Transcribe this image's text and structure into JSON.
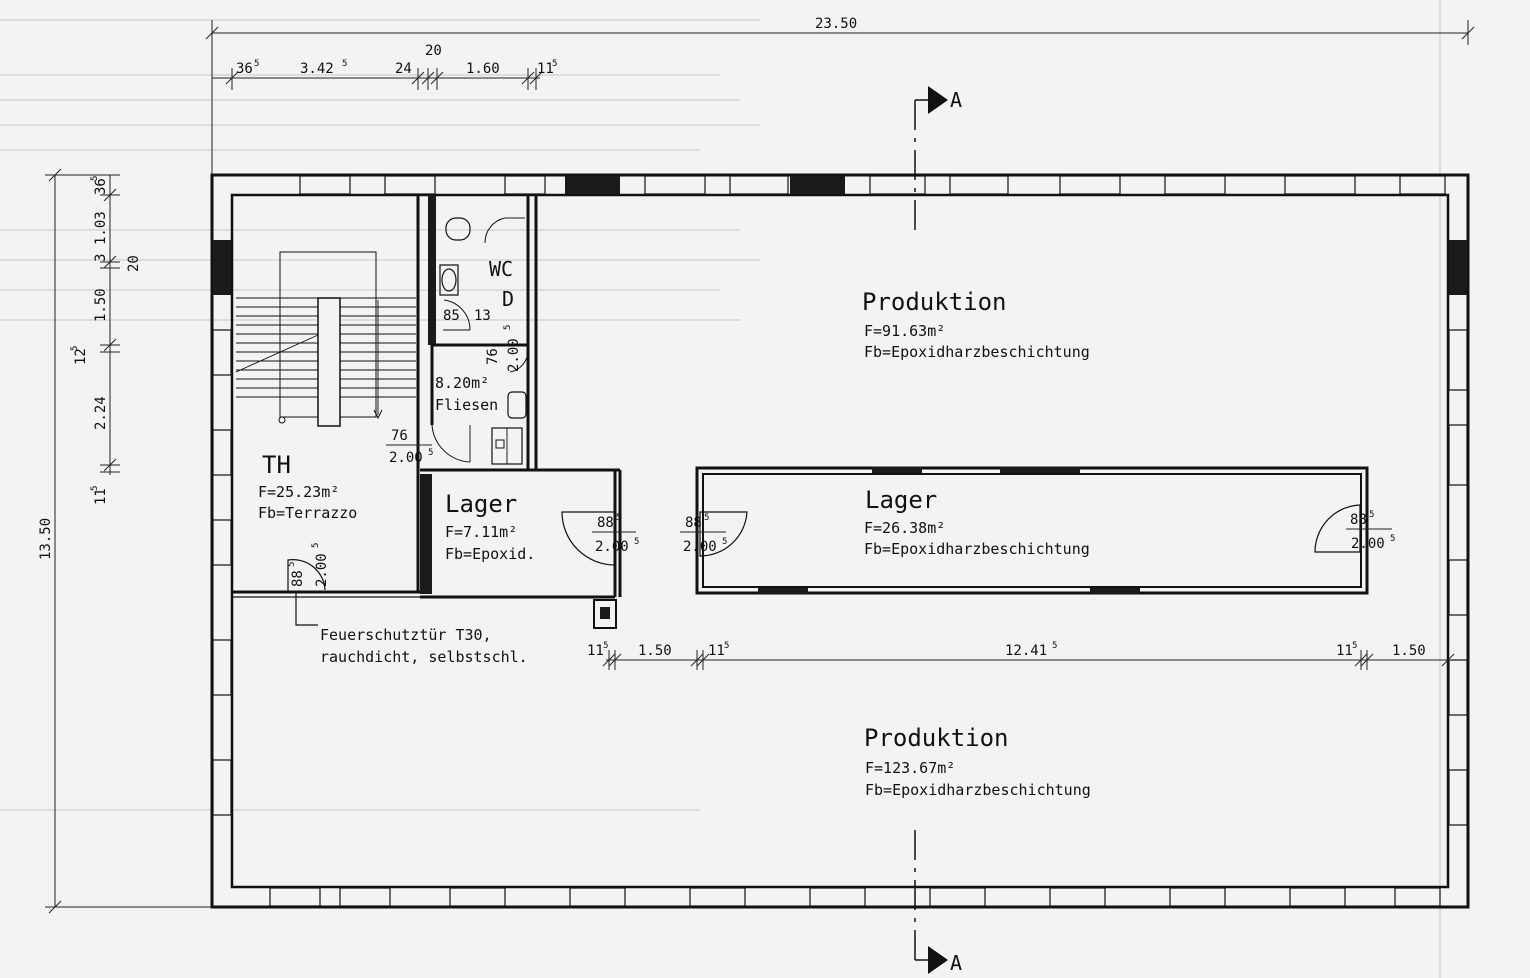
{
  "colors": {
    "ink": "#111111",
    "paper": "#f4f3f1",
    "fill": "#1a1a1a"
  },
  "rooms": {
    "production_top": {
      "name": "Produktion",
      "area": "F=91.63m²",
      "floor": "Fb=Epoxidharzbeschichtung"
    },
    "lager_large": {
      "name": "Lager",
      "area": "F=26.38m²",
      "floor": "Fb=Epoxidharzbeschichtung"
    },
    "production_bottom": {
      "name": "Produktion",
      "area": "F=123.67m²",
      "floor": "Fb=Epoxidharzbeschichtung"
    },
    "lager_small": {
      "name": "Lager",
      "area": "F=7.11m²",
      "floor": "Fb=Epoxid."
    },
    "stair": {
      "name": "TH",
      "area": "F=25.23m²",
      "floor": "Fb=Terrazzo"
    },
    "wc": {
      "name": "WC",
      "sub": "D",
      "area": "8.20m²",
      "floor": "Fliesen"
    }
  },
  "fire_door_note": {
    "line1": "Feuerschutztür T30,",
    "line2": "rauchdicht, selbstschl."
  },
  "section_marker": {
    "label": "A"
  },
  "dims": {
    "overall_width": "23.50",
    "overall_height": "13.50",
    "top": {
      "d1": "36",
      "d1s": "5",
      "d2": "3.42",
      "d2s": "5",
      "d3": "24",
      "d4": "20",
      "d5": "1.60",
      "d6": "11",
      "d6s": "5"
    },
    "left": {
      "d1": "36",
      "d1s": "5",
      "d2": "1.03",
      "d3": "3",
      "d4": "20",
      "d5": "1.50",
      "d6": "12",
      "d6s": "5",
      "d7": "2.24",
      "d8": "11",
      "d8s": "5"
    },
    "mid": {
      "m1": "11",
      "m1s": "5",
      "m2": "1.50",
      "m3": "11",
      "m3s": "5",
      "m4": "12.41",
      "m4s": "5",
      "m5": "11",
      "m5s": "5",
      "m6": "1.50"
    },
    "doors": {
      "wc1_w": "85",
      "wc1_x": "13",
      "wc2_w": "76",
      "wc2_h": "2.00",
      "wc2_hs": "5",
      "th_w": "76",
      "th_h": "2.00",
      "th_hs": "5",
      "fire_w": "88",
      "fire_ws": "5",
      "fire_h": "2.00",
      "fire_hs": "5",
      "ls_w": "88",
      "ls_ws": "5",
      "ls_h": "2.00",
      "ls_hs": "5",
      "ll_w": "88",
      "ll_ws": "5",
      "ll_h": "2.00",
      "ll_hs": "5",
      "lr_w": "88",
      "lr_ws": "5",
      "lr_h": "2.00",
      "lr_hs": "5"
    }
  }
}
